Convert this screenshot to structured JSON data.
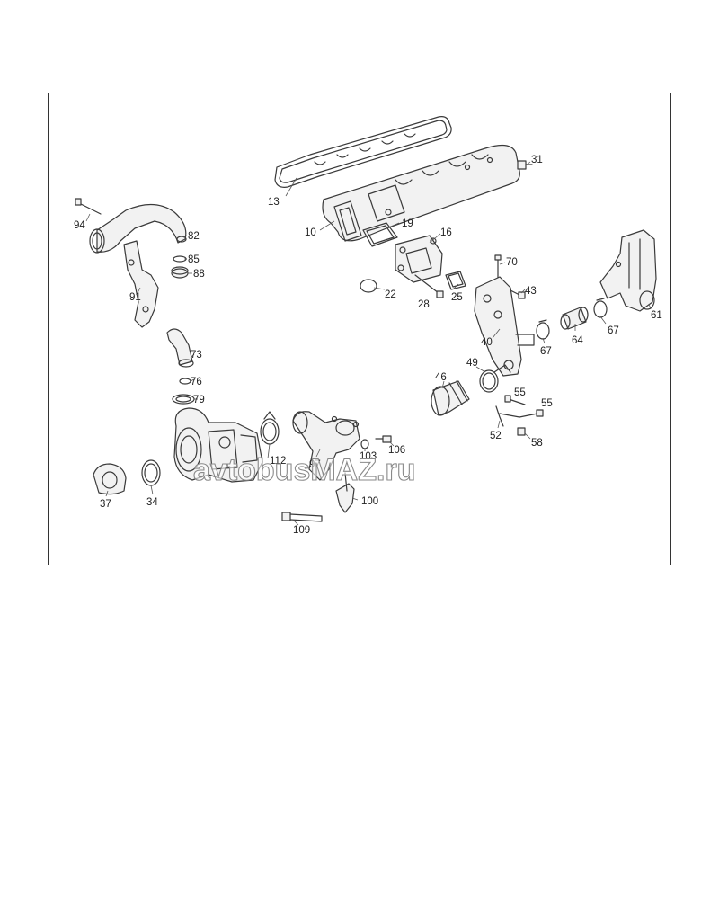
{
  "diagram": {
    "callouts": [
      "94",
      "82",
      "85",
      "88",
      "91",
      "73",
      "76",
      "79",
      "37",
      "34",
      "13",
      "10",
      "19",
      "16",
      "22",
      "28",
      "25",
      "31",
      "70",
      "43",
      "40",
      "67",
      "64",
      "61",
      "46",
      "49",
      "55",
      "52",
      "58",
      "106",
      "103",
      "97",
      "112",
      "100",
      "109"
    ]
  },
  "watermark": {
    "text": "avtobusMAZ.ru"
  },
  "colors": {
    "line": "#3a3a3a",
    "frame": "#333333",
    "background": "#ffffff"
  }
}
